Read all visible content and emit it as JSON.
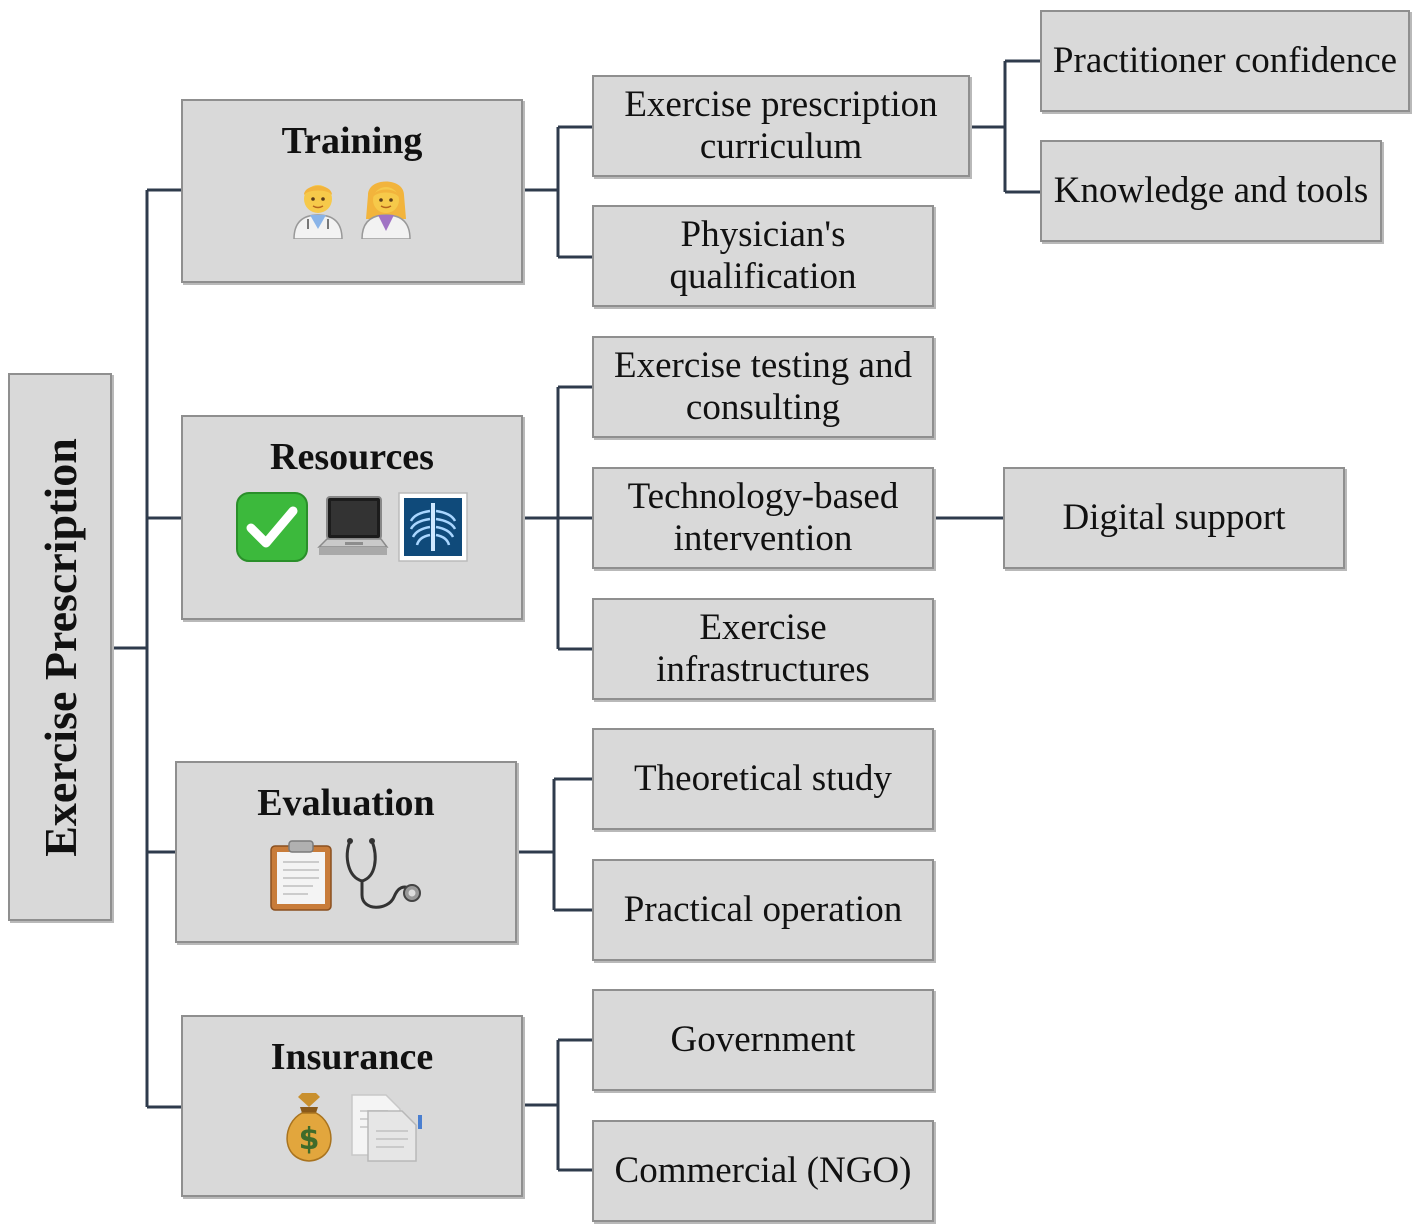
{
  "root": {
    "label": "Exercise Prescription"
  },
  "categories": [
    {
      "title": "Training",
      "icons": [
        "male-health-worker-icon",
        "female-health-worker-icon"
      ],
      "children": [
        {
          "label": "Exercise prescription curriculum",
          "children": [
            {
              "label": "Practitioner confidence"
            },
            {
              "label": "Knowledge and tools"
            }
          ]
        },
        {
          "label": "Physician's qualification"
        }
      ]
    },
    {
      "title": "Resources",
      "icons": [
        "check-mark-icon",
        "laptop-icon",
        "x-ray-icon"
      ],
      "children": [
        {
          "label": "Exercise testing and consulting"
        },
        {
          "label": "Technology-based intervention",
          "children": [
            {
              "label": "Digital support"
            }
          ]
        },
        {
          "label": "Exercise infrastructures"
        }
      ]
    },
    {
      "title": "Evaluation",
      "icons": [
        "clipboard-icon",
        "stethoscope-icon"
      ],
      "children": [
        {
          "label": "Theoretical study"
        },
        {
          "label": "Practical operation"
        }
      ]
    },
    {
      "title": "Insurance",
      "icons": [
        "money-bag-icon",
        "document-icon"
      ],
      "children": [
        {
          "label": "Government"
        },
        {
          "label": "Commercial (NGO)"
        }
      ]
    }
  ]
}
